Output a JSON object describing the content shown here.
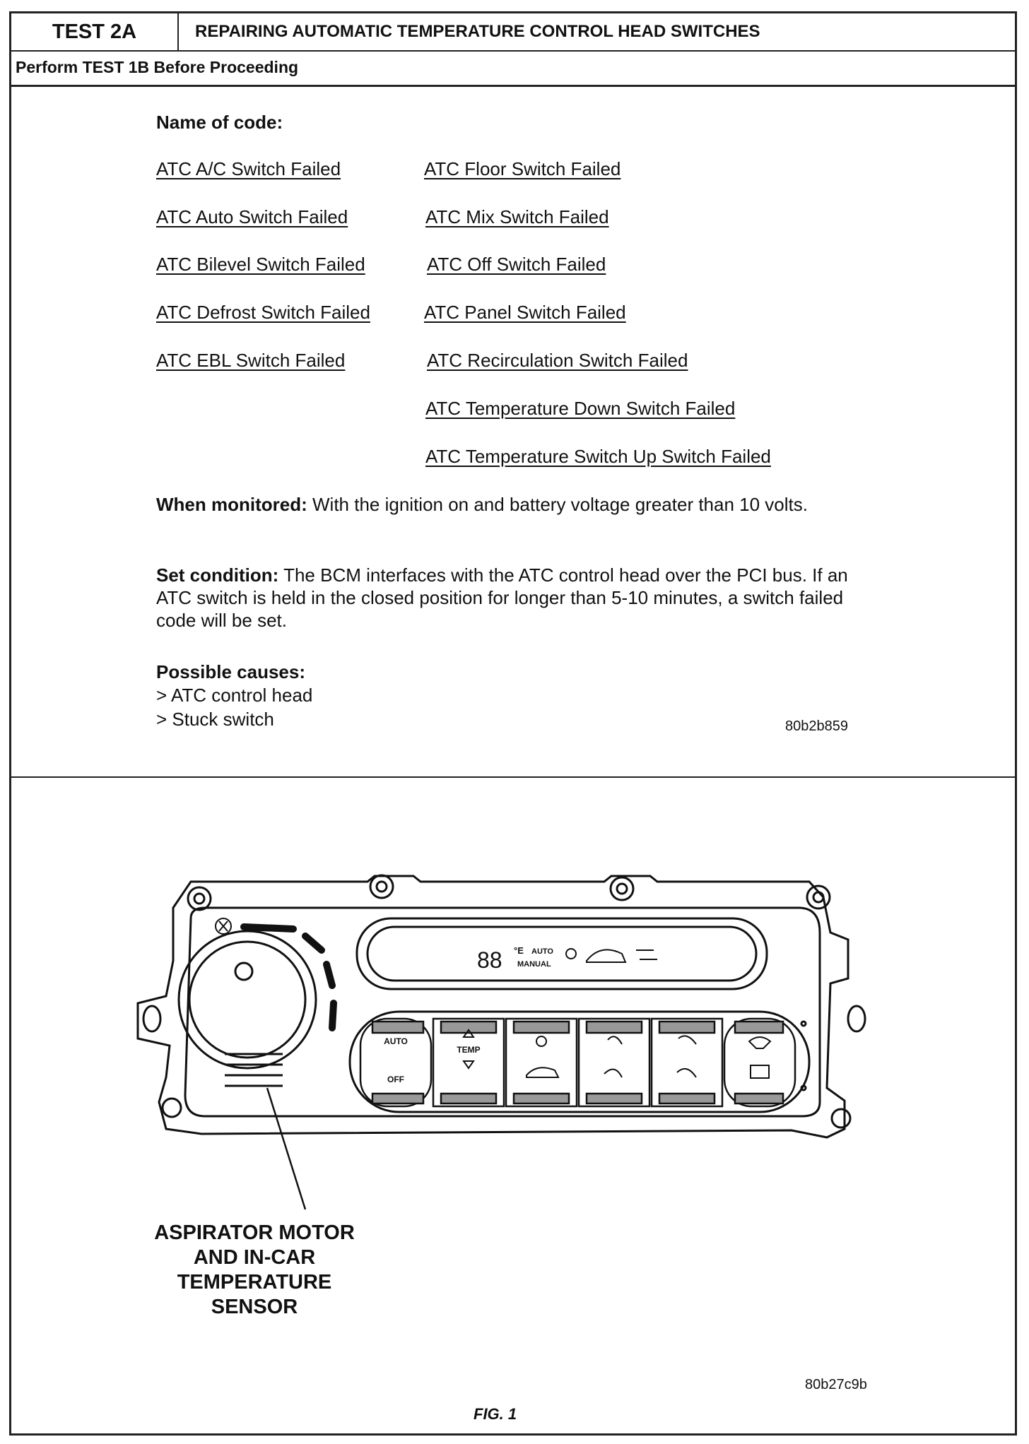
{
  "header": {
    "test_id": "TEST 2A",
    "title": "REPAIRING AUTOMATIC TEMPERATURE CONTROL HEAD SWITCHES",
    "prerequisite": "Perform TEST 1B Before Proceeding"
  },
  "codes": {
    "heading": "Name of code:",
    "left": [
      "ATC A/C Switch Failed",
      "ATC Auto Switch Failed",
      "ATC Bilevel Switch Failed",
      "ATC Defrost Switch Failed",
      "ATC EBL Switch Failed"
    ],
    "right": [
      "ATC Floor Switch Failed",
      "ATC Mix Switch Failed",
      "ATC Off Switch Failed",
      "ATC Panel Switch Failed",
      "ATC Recirculation Switch Failed",
      "ATC Temperature Down Switch Failed",
      "ATC Temperature Switch Up Switch Failed"
    ]
  },
  "when_monitored": {
    "label": "When monitored:",
    "text": "With the ignition on and battery voltage greater than 10 volts."
  },
  "set_condition": {
    "label": "Set condition:",
    "text": "The BCM interfaces with the ATC control head over the PCI bus.  If an ATC switch is held in the closed position for longer than 5-10 minutes, a switch failed code will be set."
  },
  "possible_causes": {
    "label": "Possible causes:",
    "items": [
      "> ATC control head",
      "> Stuck switch"
    ]
  },
  "ref_code_top": "80b2b859",
  "figure": {
    "callout_lines": [
      "ASPIRATOR MOTOR",
      "AND IN-CAR",
      "TEMPERATURE",
      "SENSOR"
    ],
    "display": {
      "digits": "88",
      "unit": "°E",
      "auto": "AUTO",
      "manual": "MANUAL"
    },
    "buttons": {
      "auto": "AUTO",
      "off": "OFF",
      "temp": "TEMP"
    },
    "ref_code": "80b27c9b",
    "caption": "FIG. 1"
  }
}
